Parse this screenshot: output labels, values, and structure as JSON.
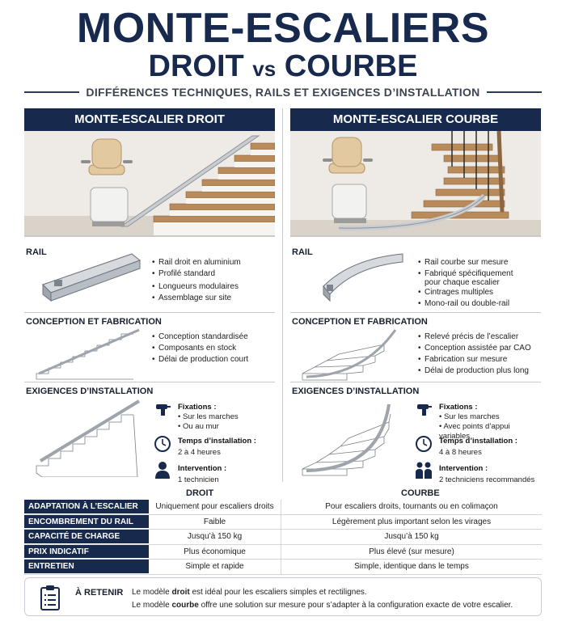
{
  "header": {
    "title_line1": "MONTE-ESCALIERS",
    "title_line2_a": "DROIT",
    "title_line2_vs": "vs",
    "title_line2_b": "COURBE",
    "subtitle": "DIFFÉRENCES TECHNIQUES, RAILS ET EXIGENCES D’INSTALLATION"
  },
  "left": {
    "heading": "MONTE-ESCALIER DROIT",
    "rail_label": "RAIL",
    "rail_bullets": [
      "Rail droit en aluminium",
      "Profilé standard",
      "Longueurs modulaires",
      "Assemblage sur site"
    ],
    "conception_label": "CONCEPTION ET FABRICATION",
    "conception_bullets": [
      "Conception standardisée",
      "Composants en stock",
      "Délai de production court"
    ],
    "install_label": "EXIGENCES D’INSTALLATION",
    "fix_title": "Fixations :",
    "fix_items": [
      "Sur les marches",
      "Ou au mur"
    ],
    "time_title": "Temps d’installation :",
    "time_value": "2 à 4 heures",
    "interv_title": "Intervention :",
    "interv_value": "1 technicien"
  },
  "right": {
    "heading": "MONTE-ESCALIER COURBE",
    "rail_label": "RAIL",
    "rail_bullets": [
      "Rail courbe sur mesure",
      "Fabriqué spécifiquement|pour chaque escalier",
      "Cintrages multiples",
      "Mono-rail ou double-rail"
    ],
    "conception_label": "CONCEPTION ET FABRICATION",
    "conception_bullets": [
      "Relevé précis de l’escalier",
      "Conception assistée par CAO",
      "Fabrication sur mesure",
      "Délai de production plus long"
    ],
    "install_label": "EXIGENCES D’INSTALLATION",
    "fix_title": "Fixations :",
    "fix_items": [
      "Sur les marches",
      "Avec points d’appui variables"
    ],
    "time_title": "Temps d’installation :",
    "time_value": "4 à 8 heures",
    "interv_title": "Intervention :",
    "interv_value": "2 techniciens recommandés"
  },
  "comparison": {
    "col_droit": "DROIT",
    "col_courbe": "COURBE",
    "rows": [
      {
        "label": "ADAPTATION À L’ESCALIER",
        "droit": "Uniquement pour escaliers droits",
        "courbe": "Pour escaliers droits, tournants ou en colimaçon"
      },
      {
        "label": "ENCOMBREMENT DU RAIL",
        "droit": "Faible",
        "courbe": "Légèrement plus important selon les virages"
      },
      {
        "label": "CAPACITÉ DE CHARGE",
        "droit": "Jusqu’à 150 kg",
        "courbe": "Jusqu’à 150 kg"
      },
      {
        "label": "PRIX INDICATIF",
        "droit": "Plus économique",
        "courbe": "Plus élevé (sur mesure)"
      },
      {
        "label": "ENTRETIEN",
        "droit": "Simple et rapide",
        "courbe": "Simple, identique dans le temps"
      }
    ]
  },
  "retain": {
    "title": "À RETENIR",
    "line1_a": "Le modèle ",
    "line1_b": "droit",
    "line1_c": " est idéal pour les escaliers simples et rectilignes.",
    "line2_a": "Le modèle ",
    "line2_b": "courbe",
    "line2_c": " offre une solution sur mesure pour s’adapter à la configuration exacte de votre escalier."
  },
  "colors": {
    "navy": "#172a4e",
    "wood": "#b98a5a",
    "beige": "#e2c9a0"
  }
}
